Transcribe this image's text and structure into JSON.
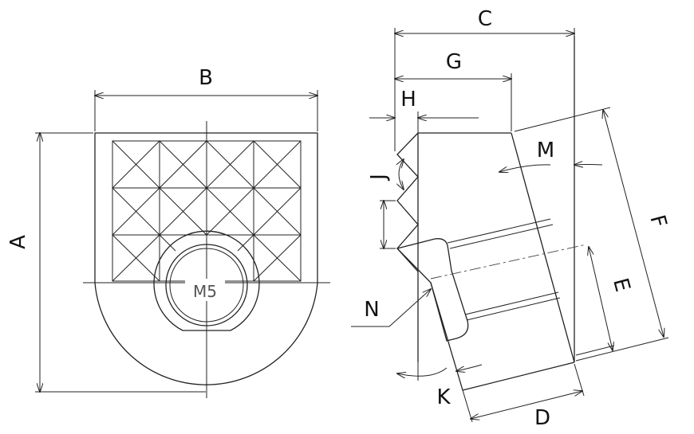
{
  "drawing": {
    "labels": {
      "A": "A",
      "B": "B",
      "C": "C",
      "D": "D",
      "E": "E",
      "F": "F",
      "G": "G",
      "H": "H",
      "J": "J",
      "K": "K",
      "M": "M",
      "N": "N"
    },
    "thread": "M5"
  }
}
